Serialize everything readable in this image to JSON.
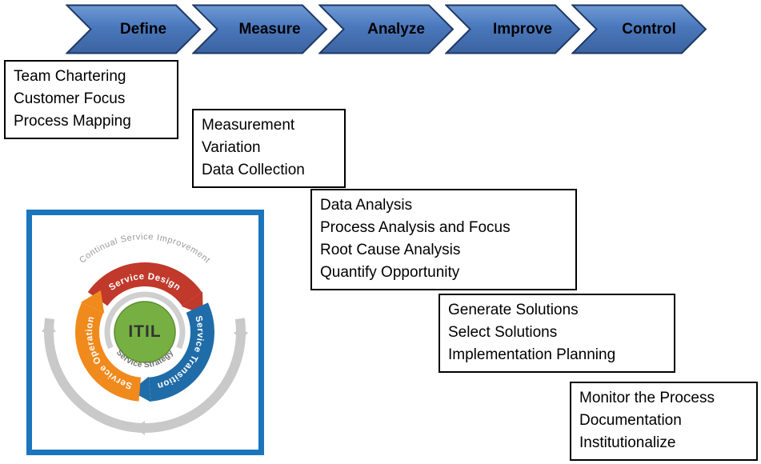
{
  "slide": {
    "phases": [
      {
        "label": "Define",
        "activities": [
          "Team Chartering",
          "Customer Focus",
          "Process Mapping"
        ]
      },
      {
        "label": "Measure",
        "activities": [
          "Measurement",
          "Variation",
          "Data Collection"
        ]
      },
      {
        "label": "Analyze",
        "activities": [
          "Data Analysis",
          "Process Analysis and Focus",
          "Root Cause Analysis",
          "Quantify Opportunity"
        ]
      },
      {
        "label": "Improve",
        "activities": [
          "Generate Solutions",
          "Select Solutions",
          "Implementation Planning"
        ]
      },
      {
        "label": "Control",
        "activities": [
          "Monitor the Process",
          "Documentation",
          "Institutionalize"
        ]
      }
    ],
    "itil": {
      "outer_label": "Continual Service Improvement",
      "center_label": "ITIL",
      "ring_labels": {
        "design": "Service Design",
        "transition": "Service Transition",
        "operation": "Service Operation",
        "strategy": "Service Strategy"
      }
    },
    "colors": {
      "chevron_fill": "#4472C4",
      "chevron_border": "#1F3864",
      "box_border": "#000000",
      "itil_frame_border": "#1B75BC",
      "service_design": "#C0392B",
      "service_transition": "#1F6CA8",
      "service_operation": "#F08A1D",
      "service_strategy_green": "#76B043",
      "outer_ring_gray": "#C9C9C9"
    }
  }
}
